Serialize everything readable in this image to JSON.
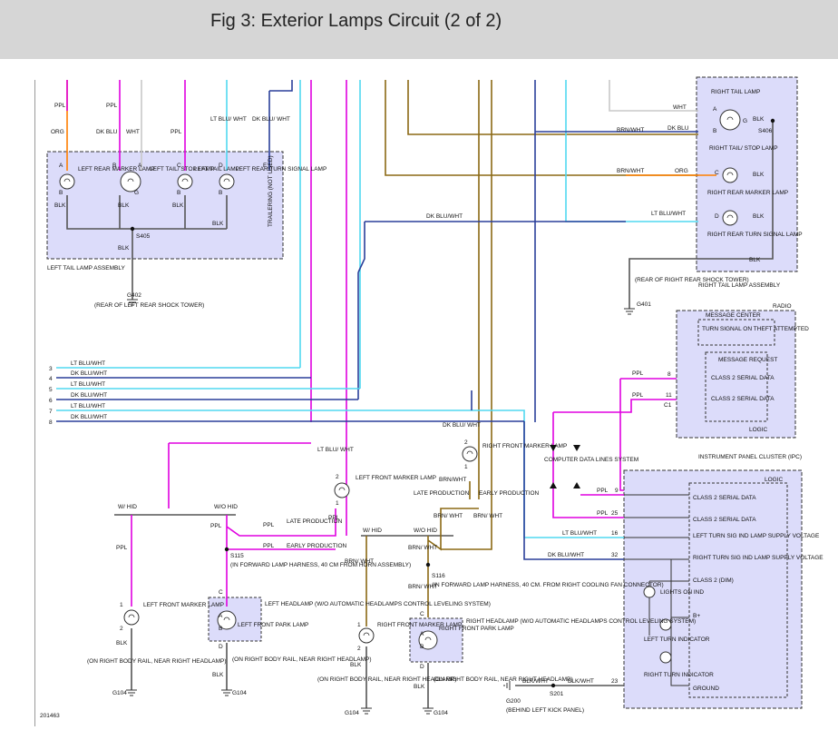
{
  "header": {
    "title": "Fig 3: Exterior Lamps Circuit (2 of 2)"
  },
  "diagram_id": "201463",
  "boxes": {
    "left_tail": "LEFT TAIL LAMP ASSEMBLY",
    "right_tail": "RIGHT TAIL LAMP ASSEMBLY",
    "radio": "RADIO",
    "message_center": "MESSAGE CENTER",
    "turn_signal_theft": "TURN SIGNAL ON THEFT ATTEMPTED",
    "message_request": "MESSAGE REQUEST",
    "logic": "LOGIC",
    "ipc": "INSTRUMENT PANEL CLUSTER (IPC)",
    "computer_data_lines": "COMPUTER DATA LINES SYSTEM"
  },
  "components": {
    "left_rear_marker": "LEFT REAR MARKER LAMP",
    "left_tail_stop": "LEFT TAIL/ STOP LAMP",
    "left_tail": "LEFT TAIL LAMP",
    "left_rear_turn": "LEFT REAR TURN SIGNAL LAMP",
    "trailering": "TRAILERING (NOT USED)",
    "right_tail": "RIGHT TAIL LAMP",
    "right_tail_stop": "RIGHT TAIL/ STOP LAMP",
    "right_rear_marker": "RIGHT REAR MARKER LAMP",
    "right_rear_turn": "RIGHT REAR TURN SIGNAL LAMP",
    "left_front_marker_top": "LEFT FRONT MARKER LAMP",
    "right_front_marker_top": "RIGHT FRONT MARKER LAMP",
    "left_front_marker": "LEFT FRONT MARKER LAMP",
    "left_headlamp": "LEFT HEADLAMP (W/O AUTOMATIC HEADLAMPS CONTROL LEVELING SYSTEM)",
    "left_front_park": "LEFT FRONT PARK LAMP",
    "right_front_marker": "RIGHT FRONT MARKER LAMP",
    "right_headlamp": "RIGHT HEADLAMP (W/O AUTOMATIC HEADLAMPS CONTROL LEVELING SYSTEM)",
    "right_front_park": "RIGHT FRONT PARK LAMP",
    "class2_a": "CLASS 2 SERIAL DATA",
    "class2_b": "CLASS 2 SERIAL DATA",
    "ipc_class2_a": "CLASS 2 SERIAL DATA",
    "ipc_class2_b": "CLASS 2 SERIAL DATA",
    "lt_turn_supply": "LEFT TURN SIG IND LAMP SUPPLY VOLTAGE",
    "rt_turn_supply": "RIGHT TURN SIG IND LAMP SUPPLY VOLTAGE",
    "class2_dim": "CLASS 2 (DIM)",
    "lights_on": "LIGHTS ON IND",
    "b_plus": "B+",
    "left_turn_ind": "LEFT TURN INDICATOR",
    "right_turn_ind": "RIGHT TURN INDICATOR",
    "ground": "GROUND"
  },
  "wire_colors": {
    "PPL": "PPL",
    "ORG": "ORG",
    "DK_BLU": "DK BLU",
    "WHT": "WHT",
    "LT_BLU_WHT": "LT BLU/ WHT",
    "DK_BLU_WHT_STACK": "DK BLU/ WHT",
    "BLK": "BLK",
    "BRN_WHT": "BRN/WHT",
    "LT_BLU_WHT_1": "LT BLU/WHT",
    "DK_BLU_WHT_1": "DK BLU/WHT",
    "BLK_WHT": "BLK/WHT",
    "BRN_WHT_STACK": "BRN/ WHT"
  },
  "splices": {
    "S405": "S405",
    "S406": "S406",
    "S115": "S115",
    "S115_note": "(IN FORWARD LAMP HARNESS, 40 CM FROM HORN ASSEMBLY)",
    "S116": "S116",
    "S116_note": "(IN FORWARD LAMP HARNESS, 40 CM. FROM RIGHT COOLING FAN CONNECTOR)",
    "S201": "S201"
  },
  "grounds": {
    "G402": "G402",
    "G402_note": "(REAR OF LEFT REAR SHOCK TOWER)",
    "G401": "G401",
    "G401_note": "(REAR OF RIGHT REAR SHOCK TOWER)",
    "G104": "G104",
    "G104_note": "(ON RIGHT BODY RAIL, NEAR RIGHT HEADLAMP)",
    "G200": "G200",
    "G200_note": "(BEHIND LEFT KICK PANEL)"
  },
  "options": {
    "w_hid": "W/ HID",
    "wo_hid": "W/O HID",
    "late": "LATE PRODUCTION",
    "early": "EARLY PRODUCTION"
  },
  "pin_labels": [
    "3",
    "4",
    "5",
    "6",
    "7",
    "8"
  ],
  "pins": {
    "A": "A",
    "B": "B",
    "C": "C",
    "D": "D",
    "E": "E",
    "G": "G",
    "p1": "1",
    "p2": "2",
    "p8": "8",
    "p11": "11",
    "c1": "C1",
    "p9": "9",
    "p25": "25",
    "p16": "16",
    "p32": "32",
    "p23": "23"
  },
  "colors": {
    "ppl": "#e000e0",
    "org": "#ff7f00",
    "ltblu": "#50d8f0",
    "dkblu": "#2a3f9a",
    "brn": "#8b6914",
    "blk": "#555555",
    "wht": "#c8c8c8",
    "box_fill": "#dcdcfa",
    "box_border": "#333333"
  }
}
